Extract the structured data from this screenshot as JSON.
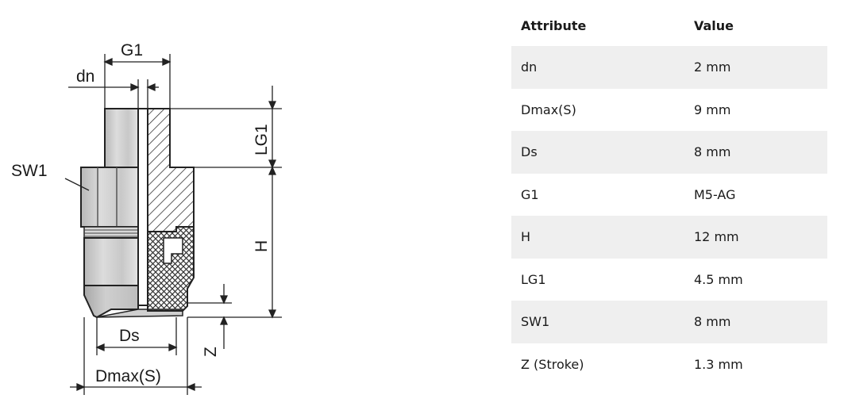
{
  "drawing": {
    "labels": {
      "g1": "G1",
      "dn": "dn",
      "lg1": "LG1",
      "sw1": "SW1",
      "h": "H",
      "z": "Z",
      "ds": "Ds",
      "dmax": "Dmax(S)"
    }
  },
  "table": {
    "headers": {
      "attribute": "Attribute",
      "value": "Value"
    },
    "rows": [
      {
        "attribute": "dn",
        "value": "2 mm"
      },
      {
        "attribute": "Dmax(S)",
        "value": "9 mm"
      },
      {
        "attribute": "Ds",
        "value": "8 mm"
      },
      {
        "attribute": "G1",
        "value": "M5-AG"
      },
      {
        "attribute": "H",
        "value": "12 mm"
      },
      {
        "attribute": "LG1",
        "value": "4.5 mm"
      },
      {
        "attribute": "SW1",
        "value": "8 mm"
      },
      {
        "attribute": "Z (Stroke)",
        "value": "1.3 mm"
      }
    ]
  }
}
